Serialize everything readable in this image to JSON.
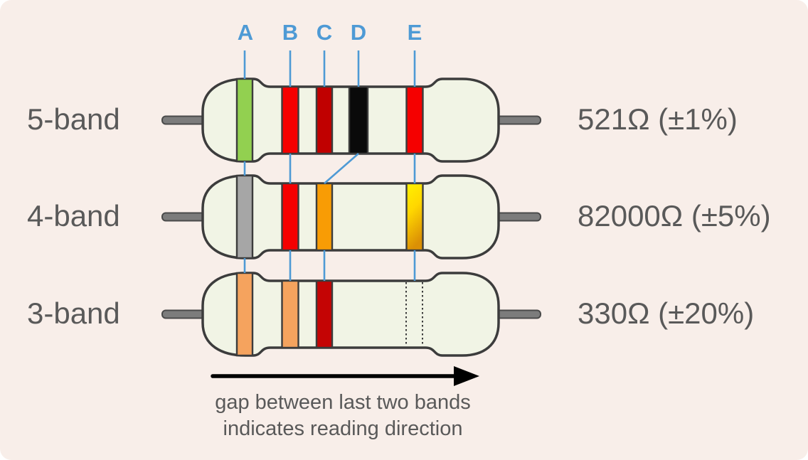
{
  "colors": {
    "background": "#F8EEE9",
    "body": "#F1F4E5",
    "outline": "#3C3C3C",
    "connector_blue": "#4E9AD5",
    "label_text": "#595959",
    "lead_fill": "#7C7C7C",
    "lead_border": "#4A4A4A",
    "arrow": "#000000"
  },
  "columns": [
    {
      "letter": "A"
    },
    {
      "letter": "B"
    },
    {
      "letter": "C"
    },
    {
      "letter": "D"
    },
    {
      "letter": "E"
    }
  ],
  "resistors": [
    {
      "label": "5-band",
      "value": "521Ω (±1%)",
      "bands": [
        {
          "col": "A",
          "color_name": "green",
          "color": "#92D050"
        },
        {
          "col": "B",
          "color_name": "red",
          "color": "#F50000"
        },
        {
          "col": "C",
          "color_name": "dark-red",
          "color": "#C00000"
        },
        {
          "col": "D",
          "color_name": "black",
          "color": "#0A0A0A"
        },
        {
          "col": "E",
          "color_name": "red",
          "color": "#F50000"
        }
      ]
    },
    {
      "label": "4-band",
      "value": "82000Ω (±5%)",
      "bands": [
        {
          "col": "A",
          "color_name": "gray",
          "color": "#A6A6A6"
        },
        {
          "col": "B",
          "color_name": "red",
          "color": "#F50000"
        },
        {
          "col": "C",
          "color_name": "orange",
          "color": "#F89C05"
        },
        {
          "col": "E",
          "color_name": "gold",
          "color": "gradient:gold",
          "gradient": [
            "#FFF200",
            "#FFD700",
            "#DB9005"
          ]
        }
      ]
    },
    {
      "label": "3-band",
      "value": "330Ω (±20%)",
      "bands": [
        {
          "col": "A",
          "color_name": "light-orange",
          "color": "#F5A35E"
        },
        {
          "col": "B",
          "color_name": "light-orange",
          "color": "#F5A35E"
        },
        {
          "col": "C",
          "color_name": "dark-red",
          "color": "#C40404"
        },
        {
          "col": "E",
          "color_name": "empty-dashed",
          "dashed": true
        }
      ]
    }
  ],
  "connector_plan": {
    "top": [
      "A",
      "B",
      "C",
      "D",
      "E"
    ],
    "gap1": [
      "A",
      "B",
      "E"
    ],
    "gap1_diagonal": {
      "from": "D",
      "to": "C"
    },
    "gap2": [
      "A",
      "B",
      "C",
      "E"
    ]
  },
  "caption": {
    "line1": "gap between last two bands",
    "line2": "indicates reading direction"
  }
}
